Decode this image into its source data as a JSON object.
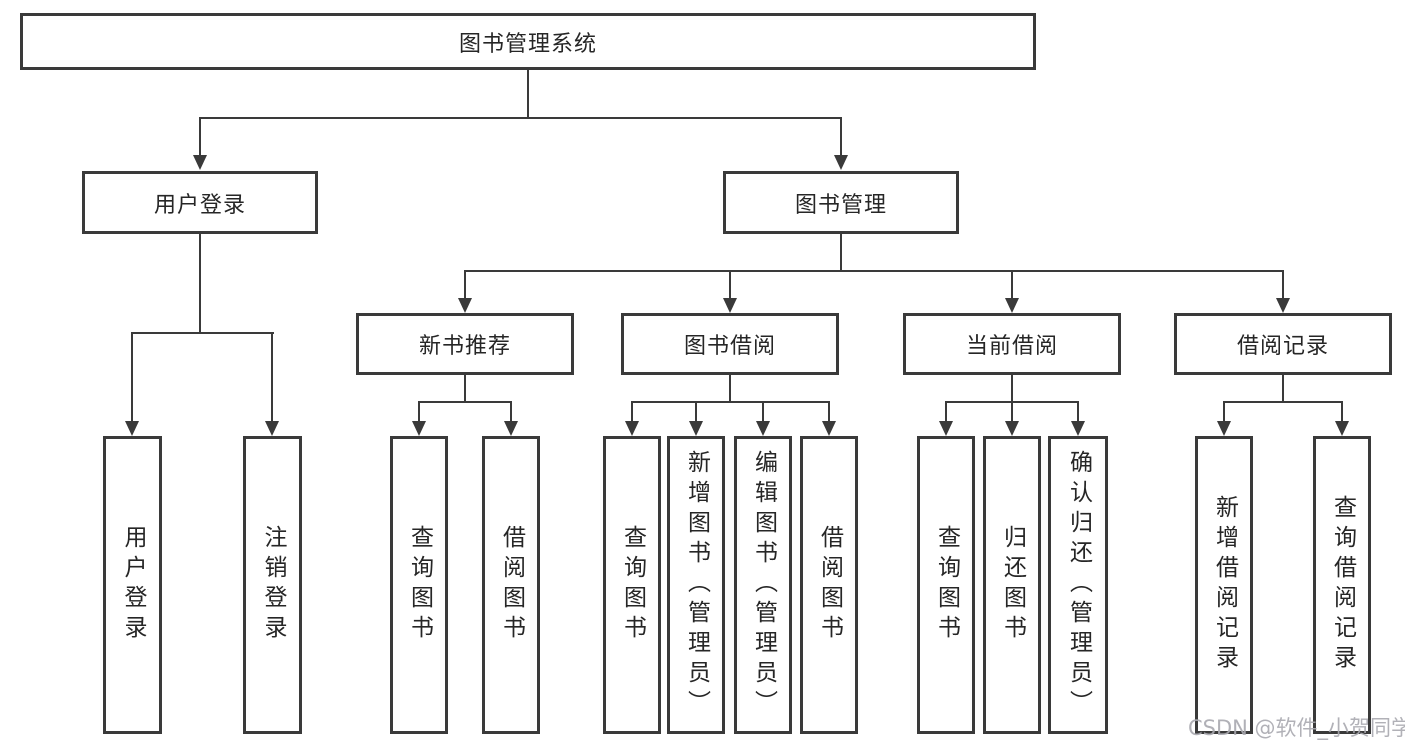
{
  "diagram": {
    "title": "图书管理系统",
    "watermark": "CSDN @软件_小贺同学",
    "level2": {
      "user_login": "用户登录",
      "book_mgmt": "图书管理"
    },
    "level3": {
      "new_books": "新书推荐",
      "book_borrow": "图书借阅",
      "current_borrow": "当前借阅",
      "borrow_records": "借阅记录"
    },
    "leaves": {
      "user_login": [
        "用户登录",
        "注销登录"
      ],
      "new_books": [
        "查询图书",
        "借阅图书"
      ],
      "book_borrow": [
        "查询图书",
        "新增图书（管理员）",
        "编辑图书（管理员）",
        "借阅图书"
      ],
      "current_borrow": [
        "查询图书",
        "归还图书",
        "确认归还（管理员）"
      ],
      "borrow_records": [
        "新增借阅记录",
        "查询借阅记录"
      ]
    },
    "colors": {
      "line": "#3a3a3a",
      "text": "#262626",
      "watermark": "#a9a9b0",
      "background": "#ffffff"
    }
  }
}
